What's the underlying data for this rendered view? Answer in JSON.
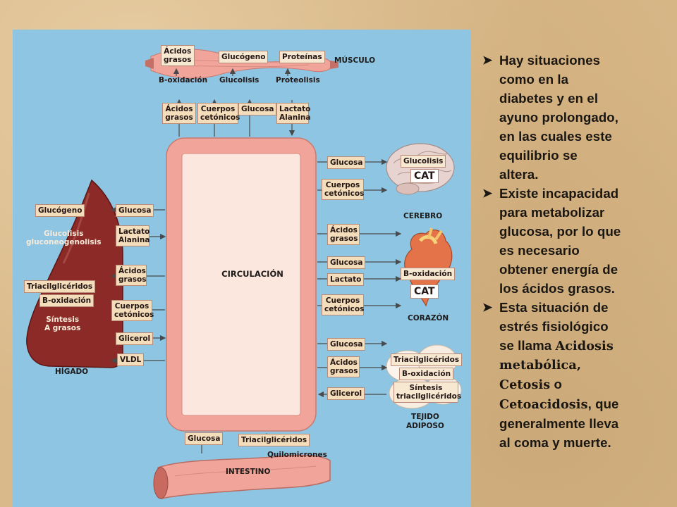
{
  "diagram": {
    "circulation": "CIRCULACIÓN",
    "organs": {
      "muscle": "MÚSCULO",
      "brain": "CEREBRO",
      "heart": "CORAZÓN",
      "liver": "HÍGADO",
      "adipose": [
        "TEJIDO",
        "ADIPOSO"
      ],
      "intestine": "INTESTINO"
    },
    "muscle_band": [
      "Ácidos\ngrasos",
      "Glucógeno",
      "Proteínas"
    ],
    "muscle_processes": [
      "B-oxidación",
      "Glucolisis",
      "Proteolisis"
    ],
    "muscle_inputs": [
      "Ácidos\ngrasos",
      "Cuerpos\ncetónicos",
      "Glucosa",
      "Lactato\nAlanina"
    ],
    "liver_internal": [
      "Glucógeno",
      "Glucolisis\ngluconeogenolisis",
      "Triacilglicéridos",
      "B-oxidación",
      "Síntesis\nA grasos"
    ],
    "liver_links": [
      "Glucosa",
      "Lactato\nAlanina",
      "Ácidos\ngrasos",
      "Cuerpos\ncetónicos",
      "Glicerol",
      "VLDL"
    ],
    "brain_links": [
      "Glucosa",
      "Cuerpos\ncetónicos"
    ],
    "brain_internal": [
      "Glucolisis",
      "CAT"
    ],
    "heart_links": [
      "Ácidos\ngrasos",
      "Glucosa",
      "Lactato",
      "Cuerpos\ncetónicos"
    ],
    "heart_internal": [
      "B-oxidación",
      "CAT"
    ],
    "adipose_links": [
      "Glucosa",
      "Ácidos\ngrasos",
      "Glicerol"
    ],
    "adipose_internal": [
      "Triacilglicéridos",
      "B-oxidación",
      "Síntesis\ntriacilglicéridos"
    ],
    "intestine_links": [
      "Glucosa",
      "Triacilglicéridos",
      "Quilomicrones"
    ]
  },
  "bullets": [
    {
      "lines": [
        "Hay situaciones",
        "como en la",
        "diabetes y en el",
        "ayuno prolongado,",
        "en las cuales este",
        "equilibrio se",
        "altera."
      ]
    },
    {
      "lines": [
        "Existe incapacidad",
        "para metabolizar",
        "glucosa, por lo que",
        "es necesario",
        "obtener energía de",
        "los ácidos grasos."
      ]
    },
    {
      "lines": [
        "Esta situación de",
        "estrés fisiológico"
      ],
      "rich": {
        "l3a": "se llama ",
        "l3b": "Acidosis",
        "l4": "metabólica,",
        "l5a": "Cetosis",
        "l5b": " o",
        "l6a": "Cetoacidosis",
        "l6b": ", que",
        "l7": "generalmente lleva",
        "l8": "al coma y muerte."
      }
    }
  ],
  "colors": {
    "panel": "#8ec5e3",
    "vessel": "#f0a49a",
    "vessel_inner": "#fbe7dd",
    "chip": "#f4ddba",
    "liver": "#8b2a27",
    "marker": "#1a1612"
  }
}
